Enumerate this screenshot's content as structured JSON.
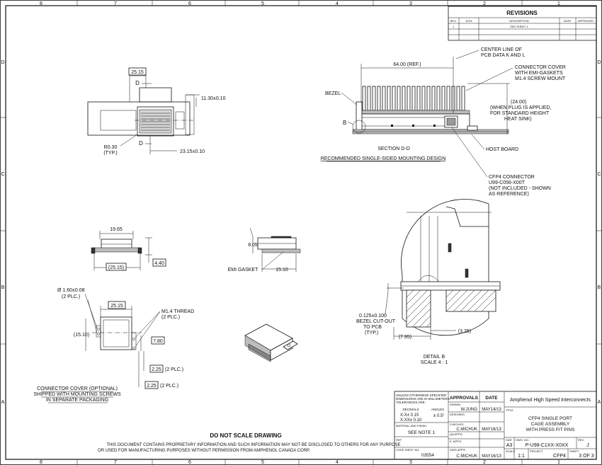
{
  "border": {
    "cols_top": [
      "8",
      "7",
      "6",
      "5",
      "4",
      "3",
      "2",
      "1"
    ],
    "rows_left": [
      "D",
      "C",
      "B",
      "A"
    ]
  },
  "revisions": {
    "title": "REVISIONS",
    "headers": [
      "REV.",
      "ECN",
      "DESCRIPTION",
      "DATE",
      "APPROVED"
    ],
    "rows": [
      [
        "J",
        "",
        "SEE SHEET 1",
        "",
        ""
      ]
    ]
  },
  "callouts": {
    "center_line": "CENTER LINE OF",
    "center_line2": "PCB DATA K AND L",
    "cover1": "CONNECTOR COVER",
    "cover2": "WITH EMI-GASKETS",
    "cover3": "M1.4 SCREW MOUNT",
    "height1": "(24.00)",
    "height2": "(WHEN PLUG IS APPLIED,",
    "height3": "FOR STANDARD HEIGHT",
    "height4": "HEAT SINK)",
    "bezel": "BEZEL",
    "host_board": "HOST BOARD",
    "cfp1": "CFP4 CONNECTOR",
    "cfp2": "U99-C056-X00T",
    "cfp3": "(NOT INCLUDED - SHOWN",
    "cfp4": "AS REFERENCE)",
    "section": "SECTION D-D",
    "recommended": "RECOMMENDED SINGLE-SIDED MOUNTING DESIGN",
    "ref64": "64.00 (REF.)",
    "b_label": "B",
    "d_label": "D",
    "d_label2": "D",
    "r030": "R0.30",
    "typ": "(TYP.)",
    "dim_2515": "25.15",
    "dim_1130": "11.30±0.10",
    "dim_2315": "23.15±0.10",
    "dim_1965": "19.65",
    "dim_2515p": "(25.15)",
    "dim_440": "4.40",
    "dim_805": "8.05",
    "dim_1510": "15.10",
    "emi_gasket": "EMI GASKET",
    "hole_dia": "Ø 1.60±0.08",
    "hole_plc": "(2 PLC.)",
    "dim_2515b": "25.15",
    "thread1": "M1.4 THREAD",
    "thread2": "(2 PLC.)",
    "dim_1510p": "(15.10)",
    "dim_780": "7.80",
    "dim_225a": "2.25",
    "plc_a": "(2 PLC.)",
    "dim_225b": "2.25",
    "plc_b": "(2 PLC.)",
    "cover_opt1": "CONNECTOR COVER (OPTIONAL)",
    "cover_opt2": "SHIPPED WITH MOUNTING SCREWS",
    "cover_opt3": "IN SEPARATE PACKAGING",
    "bezel_cut1": "0.125±0.100",
    "bezel_cut2": "BEZEL CUT-OUT",
    "bezel_cut3": "TO PCB",
    "bezel_cut4": "(TYP.)",
    "dim_795": "(7.95)",
    "dim_325": "(3.25)",
    "detail1": "DETAIL B",
    "detail2": "SCALE 4 : 1"
  },
  "footer": {
    "no_scale": "DO NOT SCALE DRAWING",
    "prop1": "THIS DOCUMENT CONTAINS PROPRIETARY INFORMATION AND SUCH INFORMATION MAY NOT BE DISCLOSED TO OTHERS FOR ANY PURPOSE",
    "prop2": "OR USED FOR MANUFACTURING PURPOSES WITHOUT PERMISSION FROM AMPHENOL CANADA CORP."
  },
  "title_block": {
    "unless1": "UNLESS OTHERWISE SPECIFIED",
    "unless2": "DIMENSIONS ARE IN MILLIMETERS",
    "unless3": "TOLERANCES ARE:",
    "decimals": "DECIMALS",
    "angles": "ANGLES",
    "tol1": "X.X± 0.15",
    "tol2": "X.XX± 0.10",
    "ang": "± 0.5°",
    "material": "MATERIAL AND FINISH",
    "see_note": "SEE NOTE 1",
    "ref": "REF",
    "code_lbl": "CODE IDENT. NO.",
    "code": "03554",
    "approvals": "APPROVALS",
    "date": "DATE",
    "drawn_lbl": "DRAWN",
    "drawn": "W.JUNG",
    "drawn_date": "MAY14/13",
    "designed_lbl": "DESIGNED",
    "checked_lbl": "CHECKED",
    "checked": "C.MICHUK",
    "checked_date": "MAY16/13",
    "qa_lbl": "QA APP'D",
    "eappd_lbl": "E. APP'D",
    "dwg_appd_lbl": "DWG APP'D",
    "dwg_appd": "C.MICHUK",
    "dwg_appd_date": "MAY16/13",
    "company": "Amphenol High Speed Interconnects",
    "title_lbl": "TITLE",
    "title1": "CFP4 SINGLE PORT",
    "title2": "CAGE ASSEMBLY",
    "title3": "WITH PRESS FIT PINS",
    "size_lbl": "SIZE",
    "size": "A3",
    "dwg_no_lbl": "DWG. NO.",
    "dwg_no": "P-U98-C1XX-X0XX",
    "rev_lbl": "REV.",
    "rev": "J",
    "scale_lbl": "SCALE",
    "scale": "1:1",
    "project_lbl": "PROJECT",
    "project": "CFP4",
    "sheet_lbl": "SHEET",
    "sheet": "3 OF 3"
  }
}
